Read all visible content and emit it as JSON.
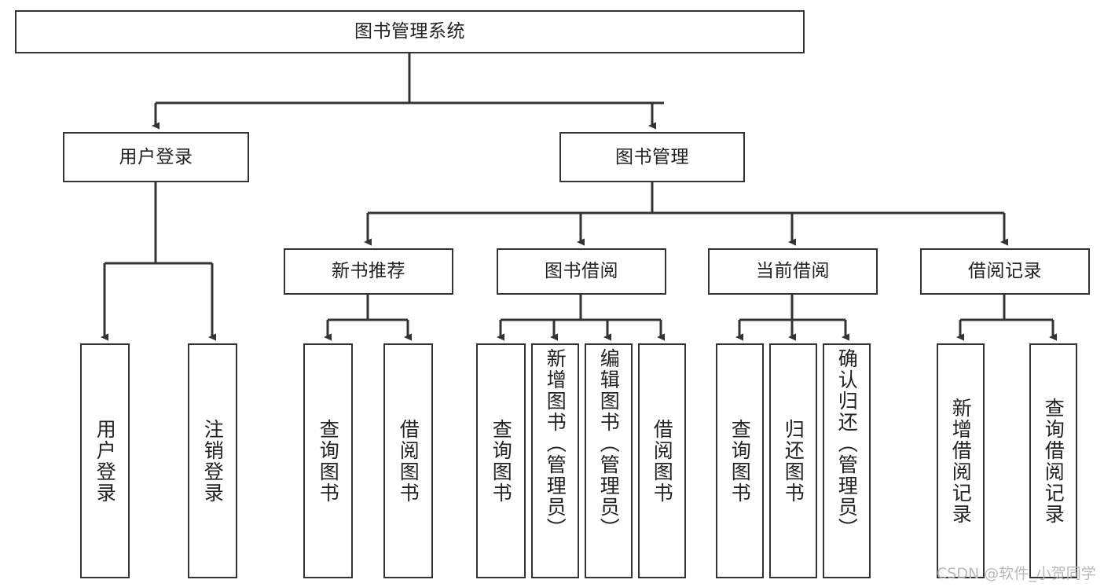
{
  "diagram": {
    "title": "图书管理系统",
    "type": "tree-hierarchy-chart",
    "stroke_color": "#333333",
    "fill_color": "#ffffff",
    "text_color": "#222222"
  },
  "nodes": {
    "root": {
      "label": "图书管理系统"
    },
    "level2": [
      {
        "id": "user-login",
        "label": "用户登录"
      },
      {
        "id": "book-manage",
        "label": "图书管理"
      }
    ],
    "level3": [
      {
        "id": "new-book-recommend",
        "label": "新书推荐"
      },
      {
        "id": "book-borrow",
        "label": "图书借阅"
      },
      {
        "id": "current-borrow",
        "label": "当前借阅"
      },
      {
        "id": "borrow-record",
        "label": "借阅记录"
      }
    ],
    "leaves": {
      "user_login": [
        {
          "id": "leaf-user-login",
          "label": "用户登录"
        },
        {
          "id": "leaf-user-logout",
          "label": "注销登录"
        }
      ],
      "new_book_recommend": [
        {
          "id": "leaf-query-book-1",
          "label": "查询图书"
        },
        {
          "id": "leaf-borrow-book-1",
          "label": "借阅图书"
        }
      ],
      "book_borrow": [
        {
          "id": "leaf-query-book-2",
          "label": "查询图书"
        },
        {
          "id": "leaf-add-book",
          "label": "新增图书（管理员）"
        },
        {
          "id": "leaf-edit-book",
          "label": "编辑图书（管理员）"
        },
        {
          "id": "leaf-borrow-book-2",
          "label": "借阅图书"
        }
      ],
      "current_borrow": [
        {
          "id": "leaf-query-book-3",
          "label": "查询图书"
        },
        {
          "id": "leaf-return-book",
          "label": "归还图书"
        },
        {
          "id": "leaf-confirm-return",
          "label": "确认归还（管理员）"
        }
      ],
      "borrow_record": [
        {
          "id": "leaf-add-record",
          "label": "新增借阅记录"
        },
        {
          "id": "leaf-query-record",
          "label": "查询借阅记录"
        }
      ]
    }
  },
  "watermark": {
    "text": "CSDN @软件_小贺同学"
  }
}
